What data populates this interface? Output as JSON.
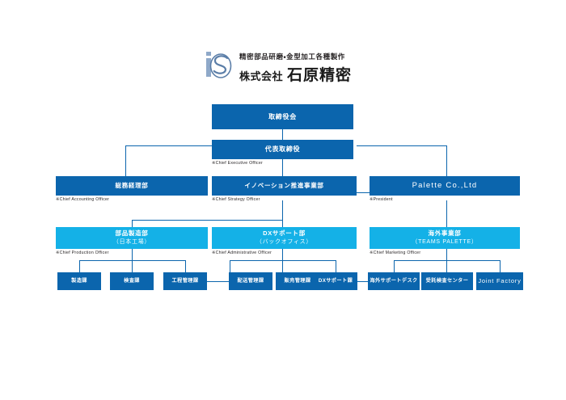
{
  "logo": {
    "mark": "is-monogram-logo",
    "tagline": "精密部品研磨・金型加工各種製作",
    "company_prefix": "株式会社",
    "company_name": "石原精密"
  },
  "chart": {
    "type": "org-chart",
    "colors": {
      "level_dark": "#0b65ad",
      "level_light": "#14b1e7",
      "connector": "#0b65ad",
      "caption": "#231f20",
      "background": "#ffffff"
    },
    "nodes": {
      "board": {
        "title": "取締役会",
        "subtitle": "",
        "caption": ""
      },
      "ceo": {
        "title": "代表取締役",
        "subtitle": "",
        "caption": "※Chief Executive Officer"
      },
      "accounting": {
        "title": "総務経理部",
        "subtitle": "",
        "caption": "※Chief Accounting Officer"
      },
      "innovation": {
        "title": "イノベーション推進事業部",
        "subtitle": "",
        "caption": "※Chief Strategy Officer"
      },
      "palette": {
        "title": "Palette Co.,Ltd",
        "subtitle": "",
        "caption": "※President"
      },
      "production": {
        "title": "部品製造部",
        "subtitle": "（日本工場）",
        "caption": "※Chief Production Officer"
      },
      "dx_support": {
        "title": "DXサポート部",
        "subtitle": "（バックオフィス）",
        "caption": "※Chief Administrative Officer"
      },
      "overseas": {
        "title": "海外事業部",
        "subtitle": "（TEAMS PALETTE）",
        "caption": "※Chief Marketing Officer"
      },
      "manufacturing_sec": {
        "title": "製造課"
      },
      "inspection_sec": {
        "title": "検査課"
      },
      "process_sec": {
        "title": "工程管理課"
      },
      "delivery_sec": {
        "title": "配送管理課"
      },
      "sales_sec": {
        "title": "販売管理課"
      },
      "dx_sec": {
        "title": "DXサポート課"
      },
      "overseas_desk": {
        "title": "海外サポートデスク"
      },
      "inspection_center": {
        "title": "受託検査センター"
      },
      "joint_factory": {
        "title": "Joint Factory"
      }
    }
  }
}
